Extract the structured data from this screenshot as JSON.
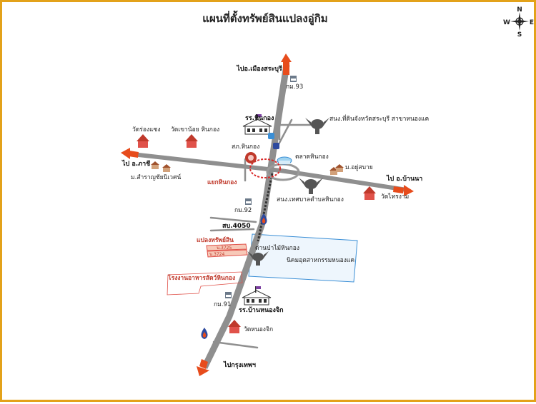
{
  "title": "แผนที่ตั้งทรัพย์สินแปลงอู่กิม",
  "compass": {
    "n": "N",
    "s": "S",
    "e": "E",
    "w": "W"
  },
  "colors": {
    "frame": "#e3a21a",
    "road": "#8f8f8f",
    "arrow": "#e74c1c",
    "highlight": "#e0524a",
    "zone": "#3b8fd6"
  },
  "directions": {
    "north": "ไปอ.เมืองสระบุรี",
    "south": "ไปกรุงเทพฯ",
    "west": "ไป อ.ภาชี",
    "east": "ไป อ.บ้านนา"
  },
  "km_markers": {
    "km93": "กม.93",
    "km92": "กม.92",
    "km91": "กม.91"
  },
  "places": {
    "school_hinkong": "รร.หินกอง",
    "land_office": "สนง.ที่ดินจังหวัดสระบุรี สาขาหนองแค",
    "wat_song_saeng": "วัดร่องแซง",
    "wat_khanoi": "วัดเขาน้อย หินกอง",
    "police": "สภ.หินกอง",
    "market": "ตลาดหินกอง",
    "village_yusabai": "ม.อยู่สบาย",
    "village_samran": "ม.สำราญชัยนิเวศน์",
    "junction": "แยกหินกอง",
    "municipal_office": "สนง.เทศบาลตำบลหินกอง",
    "wat_thong_ngam": "วัดไทรงาม",
    "forest_station": "ด่านป่าไม้หินกอง",
    "industrial_estate": "นิคมอุตสาหกรรมหนองแค",
    "factory": "โรงงานอาหารสัตว์หินกอง",
    "school_nongjik": "รร.บ้านหนองจิก",
    "wat_nongjik": "วัดหนองจิก"
  },
  "road_label": "สบ.4050",
  "property": {
    "label": "แปลงทรัพย์สิน",
    "parcel_a": "น.3725",
    "parcel_b": "น.3724"
  }
}
